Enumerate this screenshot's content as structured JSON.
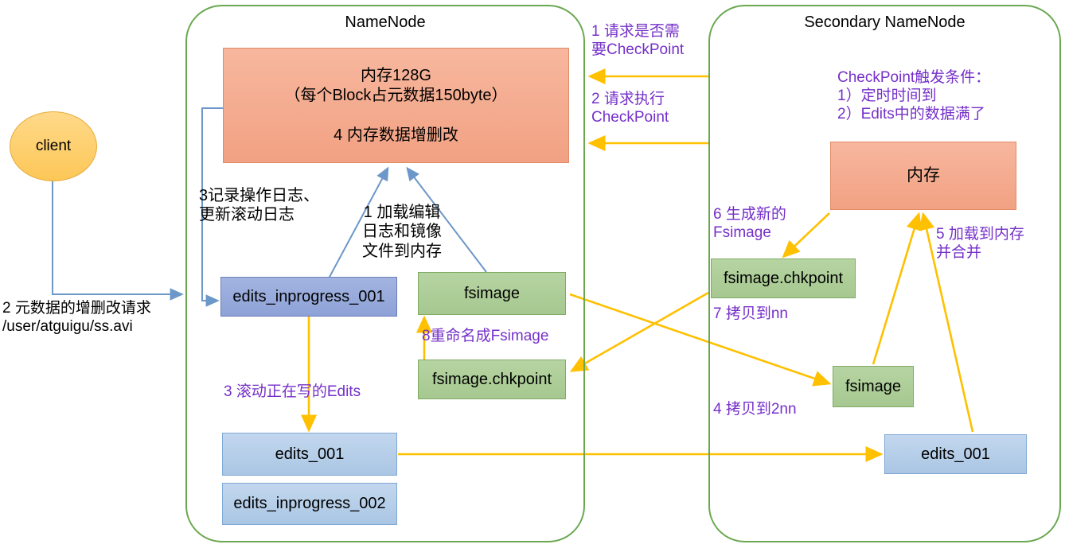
{
  "groups": {
    "namenode": {
      "title": "NameNode"
    },
    "secondary": {
      "title": "Secondary NameNode"
    }
  },
  "nodes": {
    "client": "client",
    "nn_memory": "内存128G\n（每个Block占元数据150byte）\n\n4 内存数据增删改",
    "nn_edits_inprogress_001": "edits_inprogress_001",
    "nn_fsimage": "fsimage",
    "nn_fsimage_chkpoint": "fsimage.chkpoint",
    "nn_edits_001": "edits_001",
    "nn_edits_inprogress_002": "edits_inprogress_002",
    "snn_memory": "内存",
    "snn_fsimage_chkpoint": "fsimage.chkpoint",
    "snn_fsimage": "fsimage",
    "snn_edits_001": "edits_001"
  },
  "labels": {
    "client_request": "2 元数据的增删改请求\n/user/atguigu/ss.avi",
    "record_log": "3记录操作日志、\n更新滚动日志",
    "load_edits": "1 加载编辑\n日志和镜像\n文件到内存",
    "roll_edits": "3 滚动正在写的Edits",
    "rename_fsimage": "8重命名成Fsimage",
    "ask_checkpoint": "1 请求是否需\n要CheckPoint",
    "do_checkpoint": "2 请求执行\nCheckPoint",
    "checkpoint_conditions": "CheckPoint触发条件：\n1）定时时间到\n2）Edits中的数据满了",
    "gen_new_fsimage": "6 生成新的\nFsimage",
    "load_and_merge": "5 加载到内存\n并合并",
    "copy_to_nn": "7 拷贝到nn",
    "copy_to_2nn": "4 拷贝到2nn"
  },
  "colors": {
    "group_border": "#6aa84f",
    "salmon": "#f2a183",
    "periwinkle": "#8ea2d8",
    "green": "#a6c890",
    "lightblue": "#aac6e4",
    "amber": "#ffc000",
    "steel_blue": "#6c97c9",
    "purple_text": "#7530c9",
    "client_fill": "#fcc757"
  }
}
